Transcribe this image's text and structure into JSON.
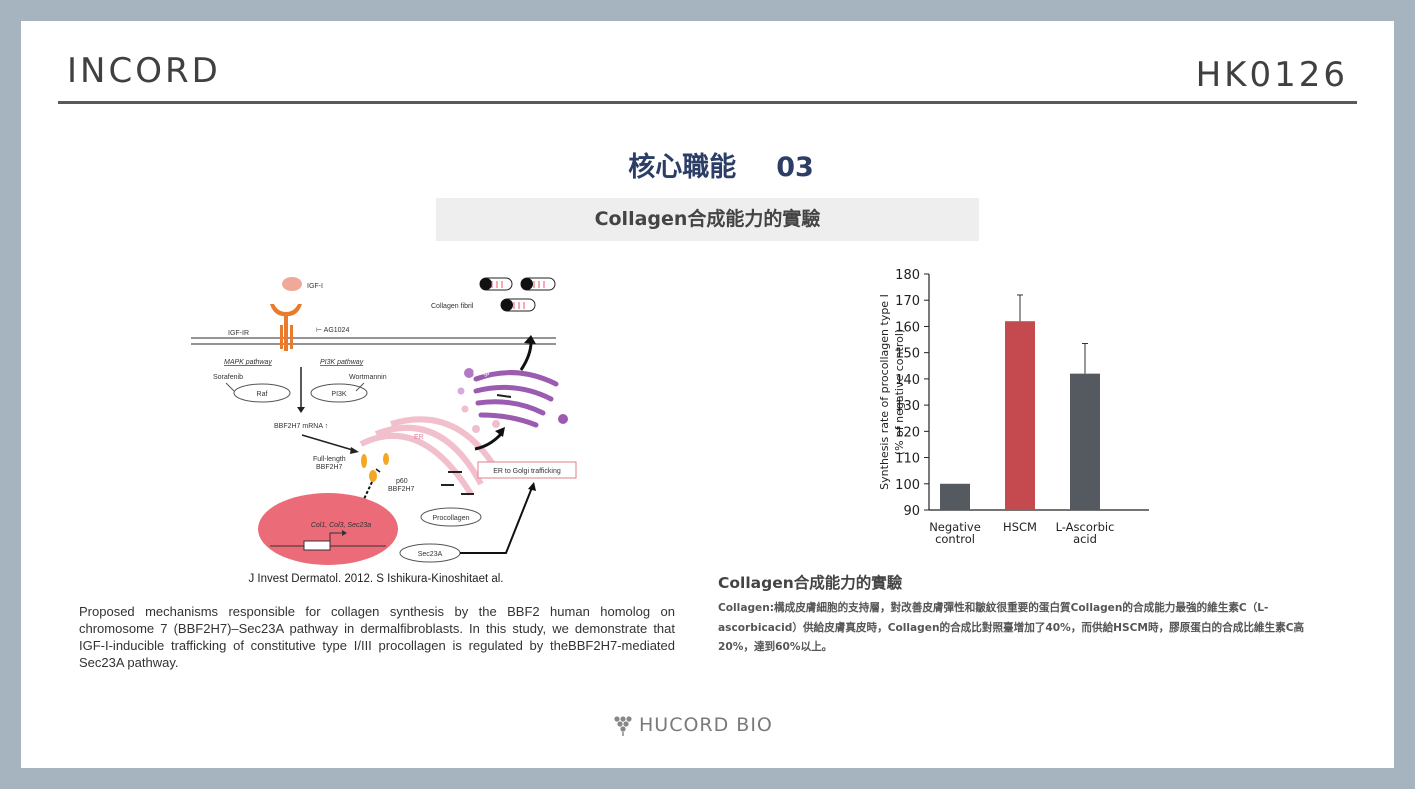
{
  "header": {
    "brand_left": "INCORD",
    "brand_right": "HK0126"
  },
  "section": {
    "title": "核心職能",
    "number": "03",
    "banner": "Collagen合成能力的實驗"
  },
  "diagram": {
    "labels": {
      "igf1": "IGF-I",
      "collagen_fibril": "Collagen fibril",
      "igf1r": "IGF-IR",
      "ag1024": "⊢ AG1024",
      "mapk": "MAPK pathway",
      "pi3k_pathway": "PI3K pathway",
      "sorafenib": "Sorafenib",
      "wortmannin": "Wortmannin",
      "raf": "Raf",
      "pi3k": "PI3K",
      "golgi": "Golgi",
      "mrna": "BBF2H7 mRNA ↑",
      "er": "ER",
      "full_length_1": "Full-length",
      "full_length_2": "BBF2H7",
      "p60_1": "p60",
      "p60_2": "BBF2H7",
      "er_golgi": "ER to Golgi trafficking",
      "genes": "Col1, Col3, Sec23a",
      "procollagen": "Procollagen",
      "sec23a": "Sec23A"
    },
    "citation": "J Invest Dermatol. 2012. S Ishikura-Kinoshitaet al."
  },
  "paragraph": "Proposed mechanisms responsible for collagen synthesis by the BBF2 human homolog on chromosome 7 (BBF2H7)–Sec23A pathway in dermalfibroblasts. In this study, we demonstrate that IGF-I-inducible trafficking of constitutive type I/III procollagen is regulated by theBBF2H7-mediated Sec23A pathway.",
  "chart_data": {
    "type": "bar",
    "categories": [
      [
        "Negative",
        "control"
      ],
      [
        "HSCM"
      ],
      [
        "L-Ascorbic",
        "acid"
      ]
    ],
    "values": [
      100,
      162,
      142
    ],
    "errors": [
      0,
      10,
      11.5
    ],
    "colors": [
      "#555a60",
      "#c44a4f",
      "#555a60"
    ],
    "ylabel_line1": "Synthesis rate of procollagen type I",
    "ylabel_line2": "(% of negative control)",
    "ylim": [
      90,
      180
    ],
    "yticks": [
      90,
      100,
      110,
      120,
      130,
      140,
      150,
      160,
      170,
      180
    ],
    "grid": false
  },
  "note": {
    "title": "Collagen合成能力的實驗",
    "line1": "Collagen:構成皮膚細胞的支持層，對改善皮膚彈性和皺紋很重要的蛋白質Collagen的合成能力最強的維生素C（L-",
    "line2": "ascorbicacid）供給皮膚真皮時，Collagen的合成比對照臺增加了40%，而供給HSCM時，膠原蛋白的合成比維生素C高",
    "line3": "20%，達到60%以上。"
  },
  "footer": {
    "logo_text": "HUCORD BIO"
  }
}
